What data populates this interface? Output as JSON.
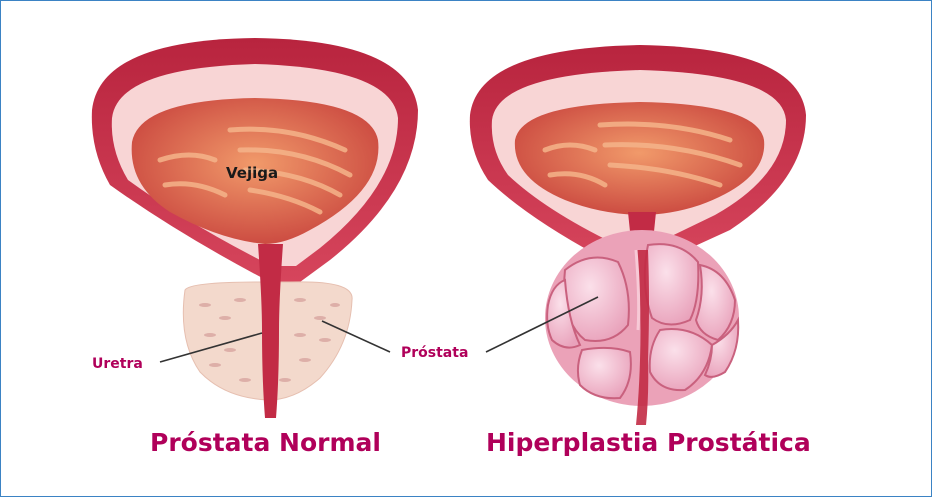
{
  "labels": {
    "vejiga": "Vejiga",
    "uretra": "Uretra",
    "prostata": "Próstata"
  },
  "captions": {
    "normal": "Próstata Normal",
    "hyperplasia": "Hiperplastia Prostática"
  },
  "colors": {
    "border": "#3b83c4",
    "caption": "#b0005a",
    "bladder_outer": "#c8324a",
    "bladder_inner": "#e0704a",
    "prostate_normal": "#f3d9cc",
    "prostate_lobe": "#f0b5c8"
  }
}
